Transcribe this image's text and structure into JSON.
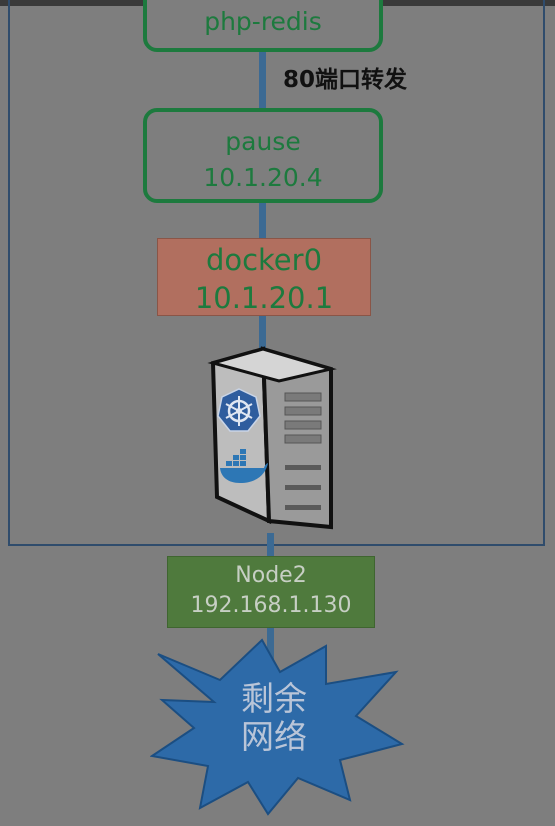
{
  "diagram": {
    "php_redis_label": "php-redis",
    "port_forward_label": "80端口转发",
    "pause": {
      "name": "pause",
      "ip": "10.1.20.4"
    },
    "docker0": {
      "name": "docker0",
      "ip": "10.1.20.1"
    },
    "node": {
      "name": "Node2",
      "ip": "192.168.1.130"
    },
    "network": {
      "line1": "剩余",
      "line2": "网络"
    },
    "server_icons": [
      "kubernetes-icon",
      "docker-whale-icon"
    ]
  },
  "colors": {
    "background": "#7e7e7e",
    "green_border": "#1d7a3e",
    "docker0_fill": "#b16f5f",
    "node_fill": "#4f7a3d",
    "link_line": "#3c6a93",
    "burst_fill": "#2d6aa8"
  }
}
